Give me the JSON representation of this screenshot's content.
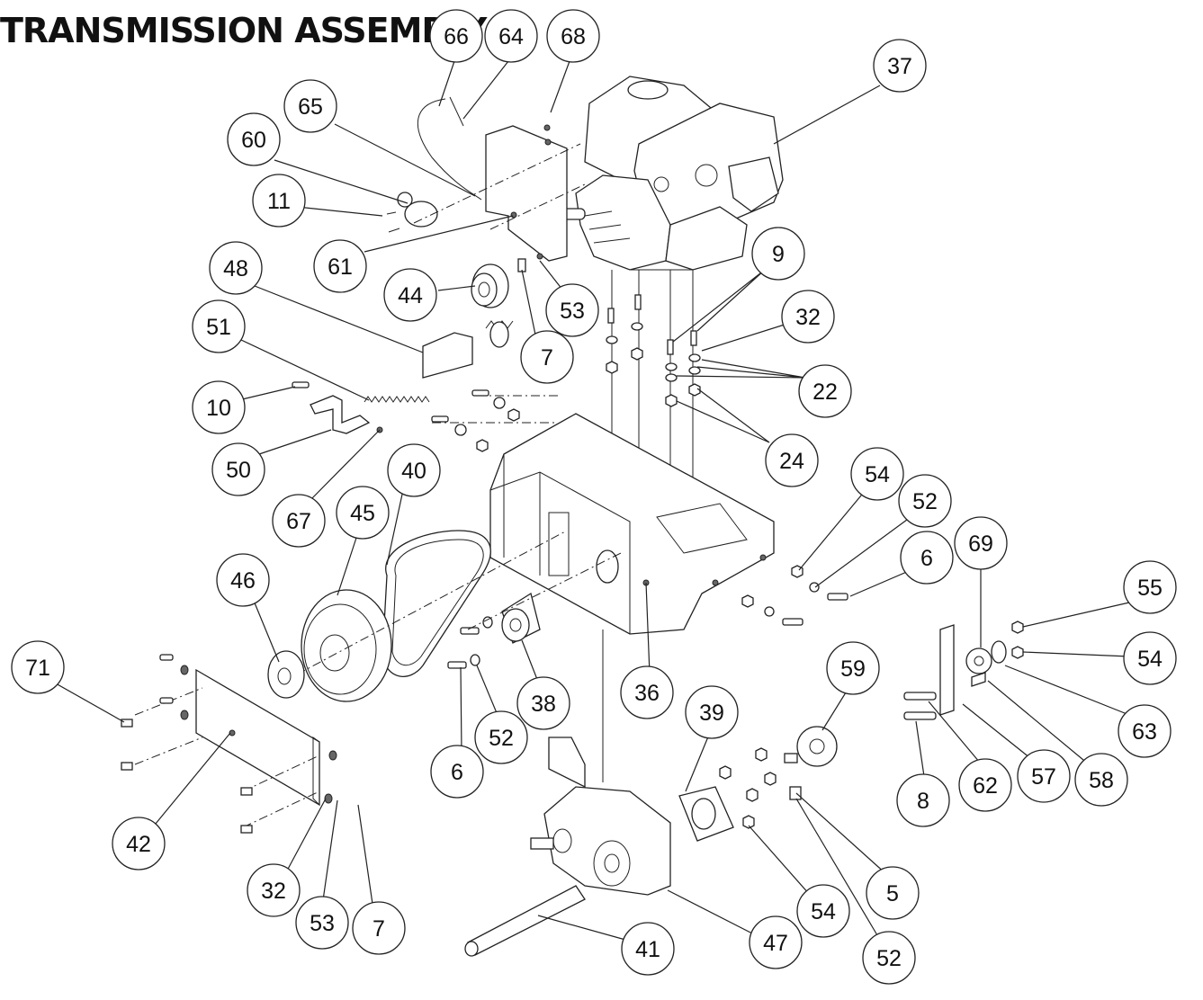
{
  "title": "TRANSMISSION ASSEMBLY",
  "callouts": [
    {
      "number": "66"
    },
    {
      "number": "64"
    },
    {
      "number": "68"
    },
    {
      "number": "37"
    },
    {
      "number": "65"
    },
    {
      "number": "60"
    },
    {
      "number": "11"
    },
    {
      "number": "61"
    },
    {
      "number": "44"
    },
    {
      "number": "53"
    },
    {
      "number": "48"
    },
    {
      "number": "51"
    },
    {
      "number": "7"
    },
    {
      "number": "9"
    },
    {
      "number": "32"
    },
    {
      "number": "22"
    },
    {
      "number": "10"
    },
    {
      "number": "50"
    },
    {
      "number": "24"
    },
    {
      "number": "40"
    },
    {
      "number": "45"
    },
    {
      "number": "67"
    },
    {
      "number": "54"
    },
    {
      "number": "52"
    },
    {
      "number": "69"
    },
    {
      "number": "6"
    },
    {
      "number": "46"
    },
    {
      "number": "55"
    },
    {
      "number": "71"
    },
    {
      "number": "54"
    },
    {
      "number": "38"
    },
    {
      "number": "36"
    },
    {
      "number": "59"
    },
    {
      "number": "52"
    },
    {
      "number": "39"
    },
    {
      "number": "63"
    },
    {
      "number": "6"
    },
    {
      "number": "42"
    },
    {
      "number": "8"
    },
    {
      "number": "62"
    },
    {
      "number": "57"
    },
    {
      "number": "58"
    },
    {
      "number": "32"
    },
    {
      "number": "53"
    },
    {
      "number": "7"
    },
    {
      "number": "5"
    },
    {
      "number": "54"
    },
    {
      "number": "41"
    },
    {
      "number": "47"
    },
    {
      "number": "52"
    }
  ]
}
